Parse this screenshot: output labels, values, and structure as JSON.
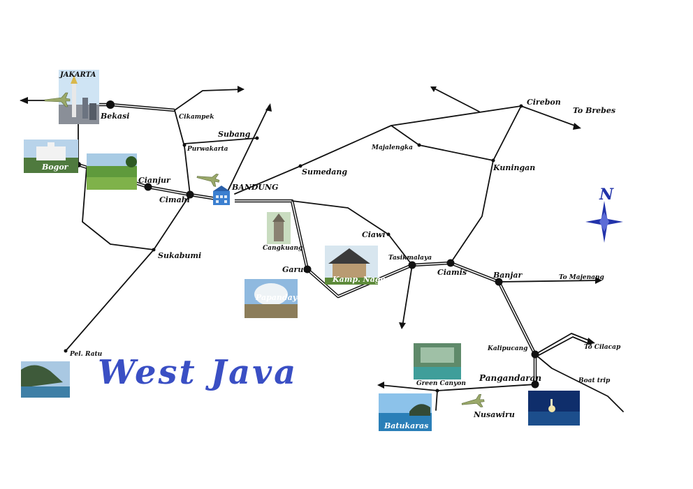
{
  "map": {
    "title": "West Java",
    "north_label": "N",
    "cities": {
      "jakarta": "JAKARTA",
      "bekasi": "Bekasi",
      "cikampek": "Cikampek",
      "subang": "Subang",
      "purwakarta": "Purwakarta",
      "bogor": "Bogor",
      "cianjur": "Cianjur",
      "cimahi": "Cimahi",
      "bandung": "BANDUNG",
      "sumedang": "Sumedang",
      "majalengka": "Majalengka",
      "cirebon": "Cirebon",
      "kuningan": "Kuningan",
      "sukabumi": "Sukabumi",
      "cangkuang": "Cangkuang",
      "garut": "Garut",
      "ciawi": "Ciawi",
      "tasikmalaya": "Tasikmalaya",
      "ciamis": "Ciamis",
      "banjar": "Banjar",
      "kalipucang": "Kalipucang",
      "pangandaran": "Pangandaran",
      "green_canyon": "Green Canyon",
      "nusawiru": "Nusawiru",
      "batukaras": "Batukaras",
      "pel_ratu": "Pel. Ratu",
      "kampung_naga": "Kamp. Naga",
      "papandayan": "Papandayan"
    },
    "directions": {
      "to_brebes": "To Brebes",
      "to_majenang": "To Majenang",
      "to_cilacap": "To Cilacap",
      "boat_trip": "Boat trip"
    },
    "colors": {
      "title": "#3a4fc4",
      "compass": "#2233aa",
      "road": "#111111",
      "background": "#ffffff"
    },
    "icons": [
      "airplane-icon",
      "building-icon",
      "compass-rose-icon"
    ]
  }
}
